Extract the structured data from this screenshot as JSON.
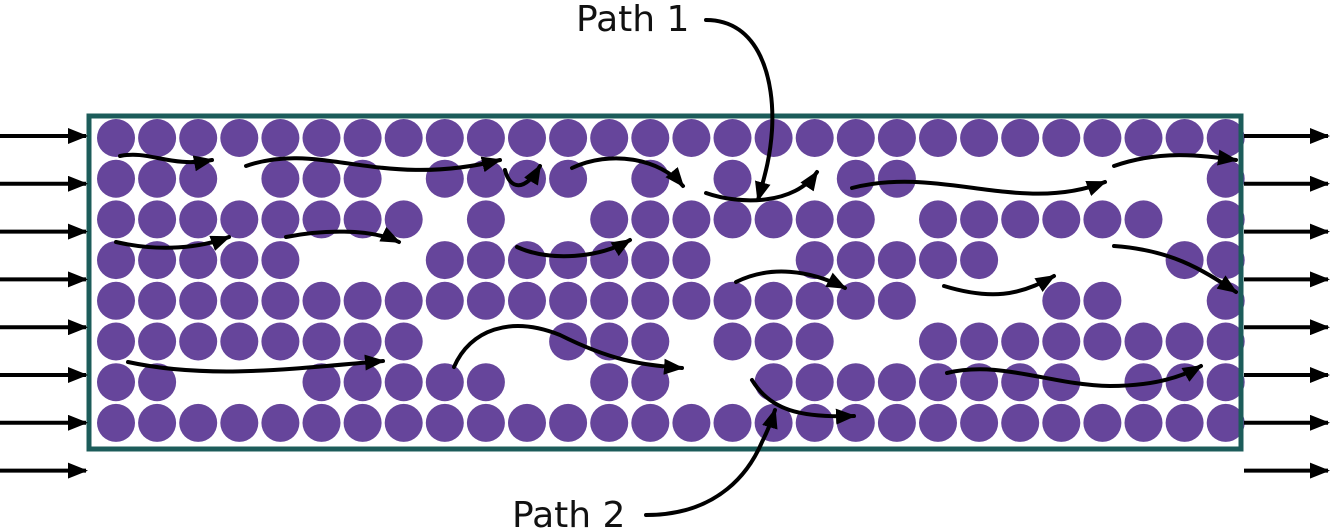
{
  "labels": {
    "path1": "Path 1",
    "path2": "Path 2"
  },
  "colors": {
    "particle": "#66459b",
    "container_border": "#1c5c5a",
    "arrow": "#000000",
    "background": "#ffffff"
  },
  "particles": {
    "rows": 8,
    "columns": 28,
    "gap_cells": [
      [
        1,
        3
      ],
      [
        1,
        7
      ],
      [
        1,
        12
      ],
      [
        1,
        14
      ],
      [
        1,
        16
      ],
      [
        1,
        17
      ],
      [
        1,
        20
      ],
      [
        1,
        21
      ],
      [
        1,
        22
      ],
      [
        1,
        23
      ],
      [
        1,
        24
      ],
      [
        1,
        25
      ],
      [
        1,
        26
      ],
      [
        2,
        8
      ],
      [
        2,
        10
      ],
      [
        2,
        11
      ],
      [
        2,
        19
      ],
      [
        2,
        26
      ],
      [
        3,
        5
      ],
      [
        3,
        6
      ],
      [
        3,
        7
      ],
      [
        3,
        15
      ],
      [
        3,
        16
      ],
      [
        3,
        22
      ],
      [
        3,
        23
      ],
      [
        3,
        24
      ],
      [
        3,
        25
      ],
      [
        4,
        20
      ],
      [
        4,
        21
      ],
      [
        4,
        22
      ],
      [
        4,
        25
      ],
      [
        4,
        26
      ],
      [
        5,
        8
      ],
      [
        5,
        9
      ],
      [
        5,
        10
      ],
      [
        5,
        14
      ],
      [
        5,
        18
      ],
      [
        5,
        19
      ],
      [
        6,
        2
      ],
      [
        6,
        3
      ],
      [
        6,
        4
      ],
      [
        6,
        10
      ],
      [
        6,
        11
      ],
      [
        6,
        14
      ],
      [
        6,
        15
      ],
      [
        6,
        24
      ]
    ]
  },
  "flow": {
    "inlet_arrow_count": 8,
    "outlet_arrow_count": 8
  }
}
